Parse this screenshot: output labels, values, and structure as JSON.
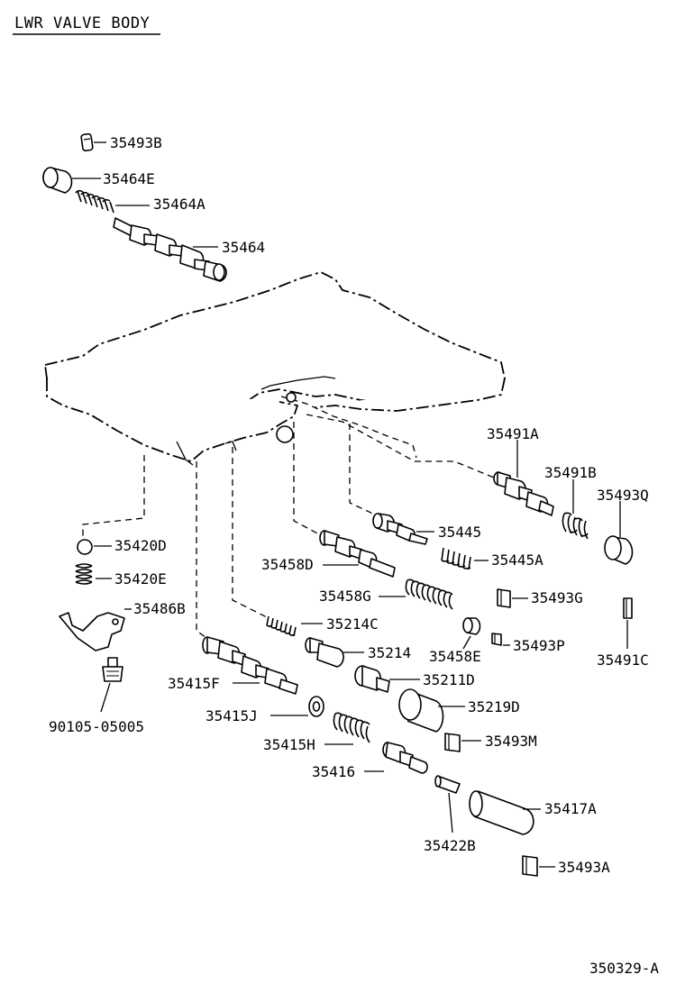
{
  "title": "LWR VALVE BODY",
  "drawing_number": "350329-A",
  "parts": {
    "p35493B": "35493B",
    "p35464E": "35464E",
    "p35464A": "35464A",
    "p35464": "35464",
    "p35491A": "35491A",
    "p35491B": "35491B",
    "p35493Q": "35493Q",
    "p35445": "35445",
    "p35445A": "35445A",
    "p35458D": "35458D",
    "p35458G": "35458G",
    "p35493G": "35493G",
    "p35420D": "35420D",
    "p35420E": "35420E",
    "p35486B": "35486B",
    "p35214C": "35214C",
    "p35214": "35214",
    "p35458E": "35458E",
    "p35493P": "35493P",
    "p35491C": "35491C",
    "p90105": "90105-05005",
    "p35415F": "35415F",
    "p35211D": "35211D",
    "p35219D": "35219D",
    "p35415J": "35415J",
    "p35415H": "35415H",
    "p35493M": "35493M",
    "p35416": "35416",
    "p35417A": "35417A",
    "p35422B": "35422B",
    "p35493A": "35493A"
  }
}
